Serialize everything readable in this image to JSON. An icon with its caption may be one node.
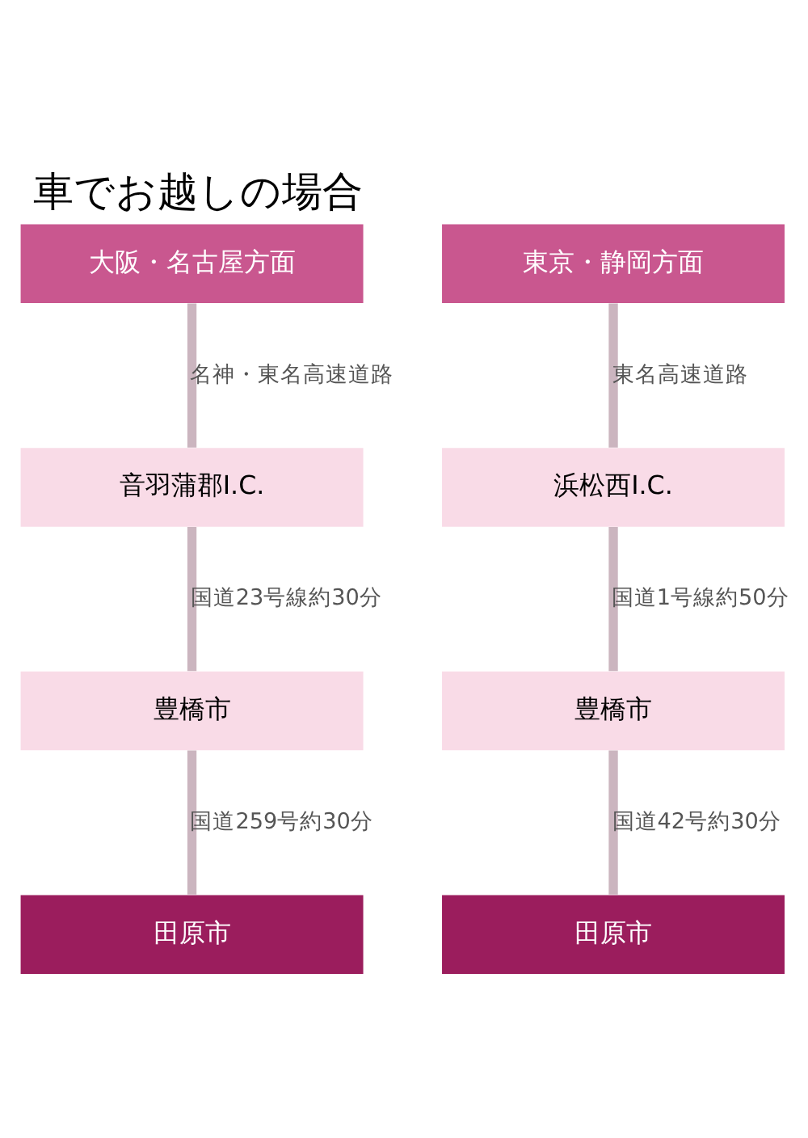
{
  "diagram": {
    "title": "車でお越しの場合",
    "nodes": [
      {
        "text": [
          "大阪・名古屋方面"
        ]
      },
      {
        "text": [
          "音羽蒲郡I.C."
        ]
      },
      {
        "text": [
          "豊橋市"
        ]
      },
      {
        "text": [
          "田原市"
        ]
      },
      {
        "text": [
          "東京・静岡方面"
        ]
      },
      {
        "text": [
          "浜松西I.C."
        ]
      },
      {
        "text": [
          "豊橋市"
        ]
      },
      {
        "text": [
          "田原市"
        ]
      }
    ],
    "edges": [
      {
        "from": 0,
        "to": 1,
        "arrow": "none",
        "label": "名神・東名高速道路"
      },
      {
        "from": 1,
        "to": 2,
        "arrow": "none",
        "label": "国道23号線約30分"
      },
      {
        "from": 2,
        "to": 3,
        "arrow": "none",
        "label": "国道259号約30分"
      },
      {
        "from": 4,
        "to": 5,
        "arrow": "none",
        "label": "東名高速道路"
      },
      {
        "from": 5,
        "to": 6,
        "arrow": "none",
        "label": "国道1号線約50分"
      },
      {
        "from": 6,
        "to": 7,
        "arrow": "none",
        "label": "国道42号約30分"
      }
    ]
  }
}
